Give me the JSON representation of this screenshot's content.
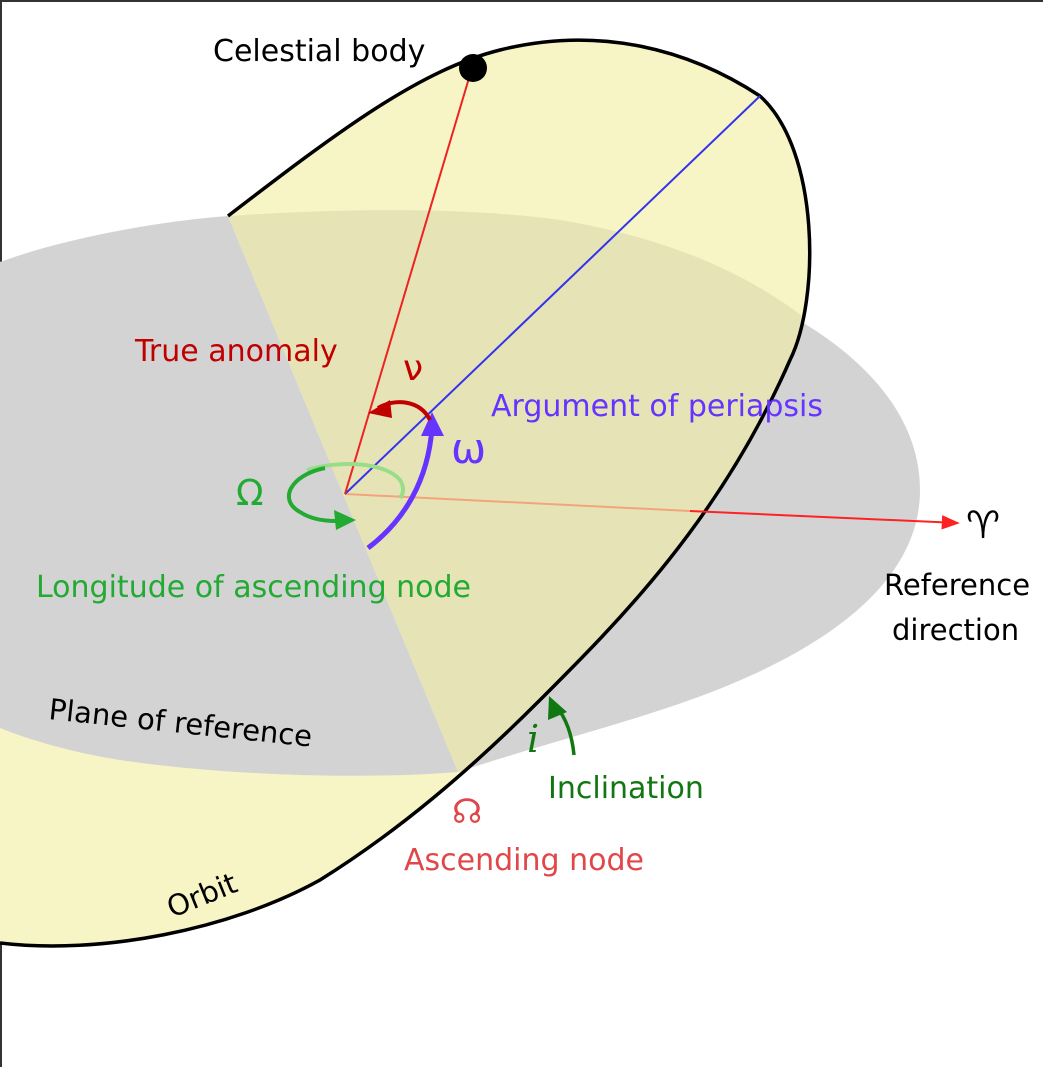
{
  "title": "",
  "labels": {
    "celestial_body": "Celestial body",
    "true_anomaly": "True anomaly",
    "true_anomaly_symbol": "ν",
    "argument_of_periapsis": "Argument of periapsis",
    "argument_of_periapsis_symbol": "ω",
    "longitude_of_ascending_node": "Longitude of ascending node",
    "longitude_of_ascending_node_symbol": "Ω",
    "reference_direction_symbol": "♈",
    "reference_direction_line1": "Reference",
    "reference_direction_line2": "direction",
    "plane_of_reference": "Plane of reference",
    "inclination_symbol": "i",
    "inclination": "Inclination",
    "ascending_node_symbol": "☊",
    "ascending_node": "Ascending node",
    "orbit": "Orbit"
  },
  "colors": {
    "orbit_fill": "#f7f5c6",
    "reference_plane": "#d3d3d3",
    "overlap": "#e6e4b6",
    "true_anomaly": "#c00000",
    "argument_of_periapsis": "#6633ff",
    "longitude_of_ascending_node": "#22aa33",
    "reference_direction": "#ff2222",
    "inclination": "#117711",
    "ascending_node": "#e0474a",
    "text": "#000000"
  }
}
